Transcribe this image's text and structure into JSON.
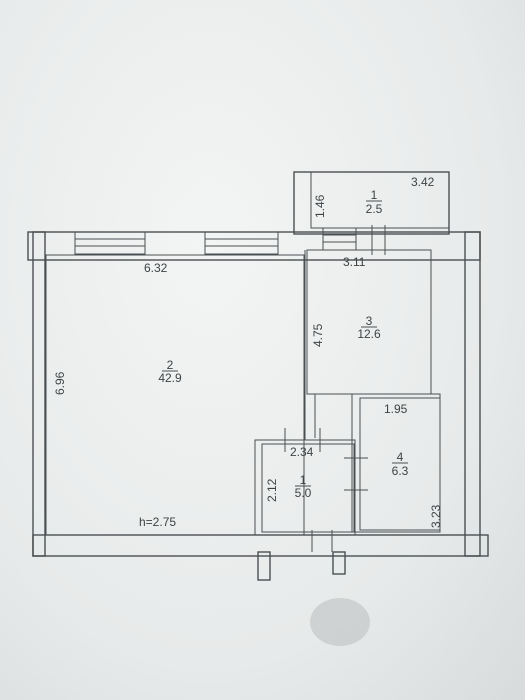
{
  "plan": {
    "ceiling_height": "h=2.75",
    "rooms": [
      {
        "number": "2",
        "area": "42.9"
      },
      {
        "number": "3",
        "area": "12.6"
      },
      {
        "number": "1",
        "area": "2.5"
      },
      {
        "number": "1",
        "area": "5.0"
      },
      {
        "number": "4",
        "area": "6.3"
      }
    ],
    "dimensions": {
      "main_width": "6.32",
      "main_height": "6.96",
      "room3_width": "3.11",
      "room3_height": "4.75",
      "balcony_width": "3.42",
      "balcony_height": "1.46",
      "bath_width": "2.34",
      "bath_height": "2.12",
      "room4_width": "1.95",
      "room4_height": "3.23"
    }
  }
}
